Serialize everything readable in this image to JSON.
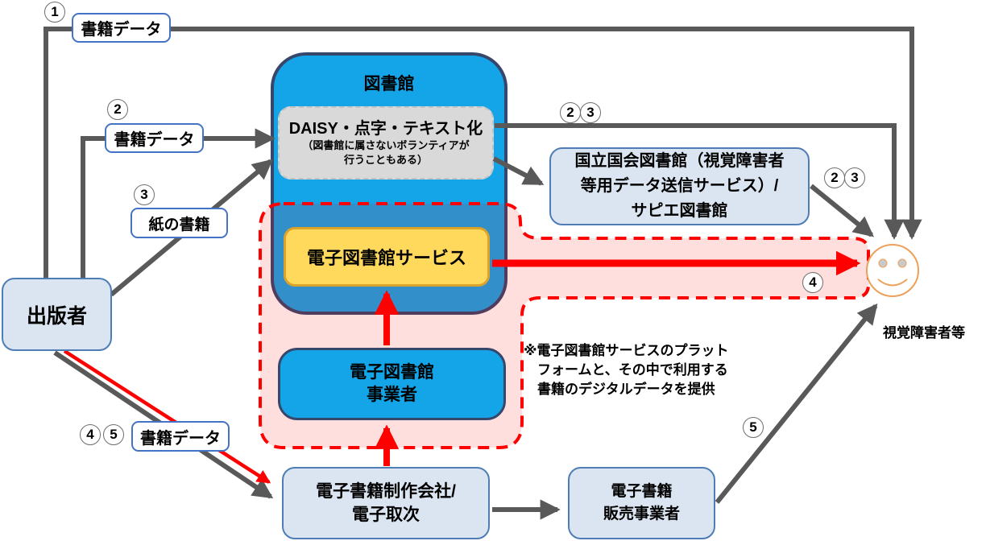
{
  "colors": {
    "library_blue": "#14A5E8",
    "navy_border": "#37476B",
    "light_blue_fill": "#DBE5F1",
    "light_blue_border": "#4E7DB5",
    "label_box_border": "#4472C4",
    "yellow_fill": "#FFD95C",
    "yellow_border": "#DBA32A",
    "gray_box_fill": "#D9D9D9",
    "gray_arrow": "#595959",
    "red_arrow": "#FF0000",
    "pink_region_fill": "rgba(255,0,0,0.13)",
    "face_orange": "#EDA05C"
  },
  "nodes": {
    "publisher": "出版者",
    "library": "図書館",
    "daisy_title": "DAISY・点字・テキスト化",
    "daisy_sub1": "（図書館に属さないボランティアが",
    "daisy_sub2": "行うこともある）",
    "elib_service": "電子図書館サービス",
    "elib_provider_line1": "電子図書館",
    "elib_provider_line2": "事業者",
    "ndl_line1": "国立国会図書館（視覚障害者",
    "ndl_line2": "等用データ送信サービス）/",
    "ndl_line3": "サピエ図書館",
    "maker_line1": "電子書籍制作会社/",
    "maker_line2": "電子取次",
    "seller_line1": "電子書籍",
    "seller_line2": "販売事業者",
    "user": "視覚障害者等"
  },
  "flow_labels": {
    "book_data_1": "書籍データ",
    "book_data_2": "書籍データ",
    "paper_book": "紙の書籍",
    "book_data_45": "書籍データ"
  },
  "note": {
    "line1": "※電子図書館サービスのプラット",
    "line2": "フォームと、その中で利用する",
    "line3": "書籍のデジタルデータを提供"
  },
  "badges": {
    "top1": "1",
    "left2": "2",
    "left3": "3",
    "mid2": "2",
    "mid3": "3",
    "right2": "2",
    "right3": "3",
    "bottom4": "4",
    "bottom5": "5",
    "band4": "4",
    "diag5": "5"
  }
}
